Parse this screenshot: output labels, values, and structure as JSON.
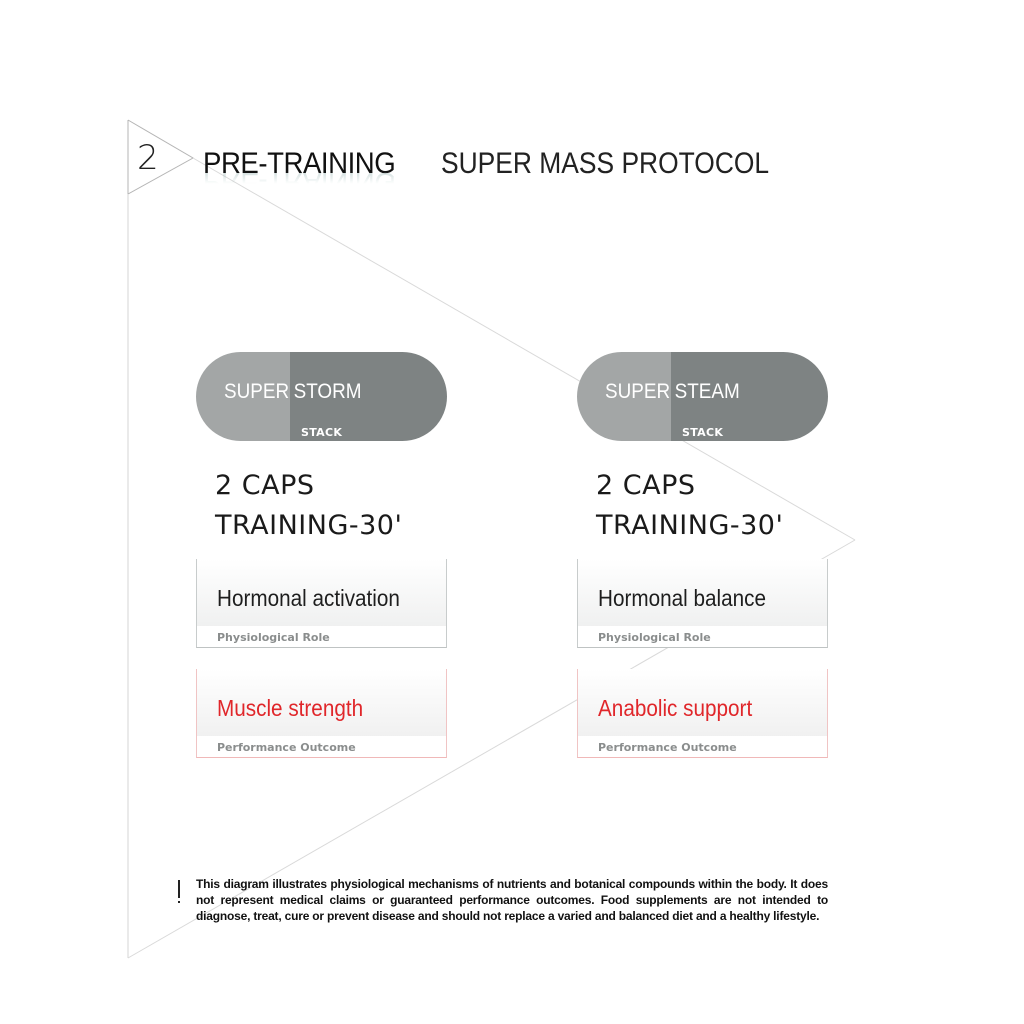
{
  "header": {
    "step_number": "2",
    "section_title": "PRE-TRAINING",
    "protocol_title": "SUPER MASS PROTOCOL"
  },
  "products": [
    {
      "name_part1": "SUPER",
      "name_part2": "STORM",
      "subtitle": "STACK",
      "dosage_line1": "2 CAPS",
      "dosage_line2": "TRAINING-30'",
      "role_value": "Hormonal activation",
      "role_caption": "Physiological Role",
      "outcome_value": "Muscle strength",
      "outcome_caption": "Performance Outcome"
    },
    {
      "name_part1": "SUPER",
      "name_part2": "STEAM",
      "subtitle": "STACK",
      "dosage_line1": "2 CAPS",
      "dosage_line2": "TRAINING-30'",
      "role_value": "Hormonal balance",
      "role_caption": "Physiological Role",
      "outcome_value": "Anabolic support",
      "outcome_caption": "Performance Outcome"
    }
  ],
  "disclaimer": "This diagram illustrates physiological mechanisms of nutrients and botanical compounds within the body. It does not represent medical claims or guaranteed performance outcomes. Food supplements are not intended to diagnose, treat, cure or prevent disease and should not replace a varied and balanced diet and a healthy lifestyle.",
  "colors": {
    "capsule_light": "#a3a6a6",
    "capsule_dark": "#7e8383",
    "outcome_red": "#e0262a",
    "line_gray": "#cfcfcf"
  }
}
